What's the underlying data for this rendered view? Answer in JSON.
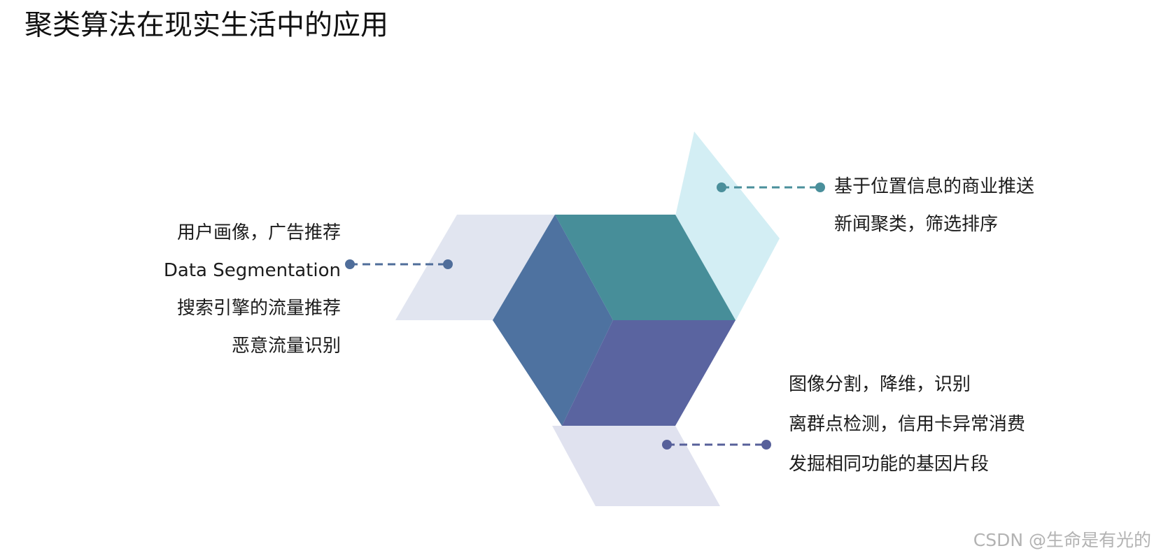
{
  "title": "聚类算法在现实生活中的应用",
  "colors": {
    "left_panel": "#e1e5f0",
    "top_right_panel": "#d3eef4",
    "bottom_panel": "#e0e2ef",
    "cube_top": "#478e99",
    "cube_left": "#4e72a0",
    "cube_right": "#5a64a0",
    "left_connector": "#4f6d9a",
    "top_connector": "#4a8f9b",
    "bottom_connector": "#57609a"
  },
  "groups": {
    "left": {
      "lines": [
        "用户画像，广告推荐",
        "Data Segmentation",
        "搜索引擎的流量推荐",
        "恶意流量识别"
      ]
    },
    "right_top": {
      "lines": [
        "基于位置信息的商业推送",
        "新闻聚类，筛选排序"
      ]
    },
    "right_bottom": {
      "lines": [
        "图像分割，降维，识别",
        "离群点检测，信用卡异常消费",
        "发掘相同功能的基因片段"
      ]
    }
  },
  "watermark": "CSDN @生命是有光的"
}
